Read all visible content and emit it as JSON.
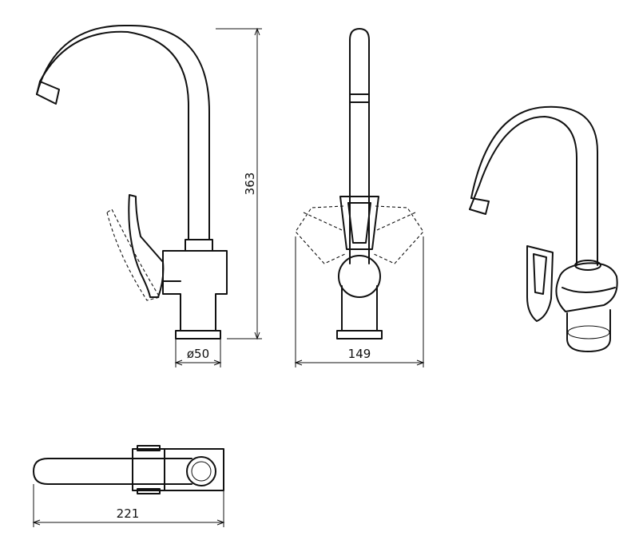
{
  "dimensions": {
    "height": "363",
    "base_diameter": "ø50",
    "width": "149",
    "spout_reach": "221"
  },
  "views": [
    "side-view",
    "front-view",
    "perspective-view",
    "top-view"
  ]
}
